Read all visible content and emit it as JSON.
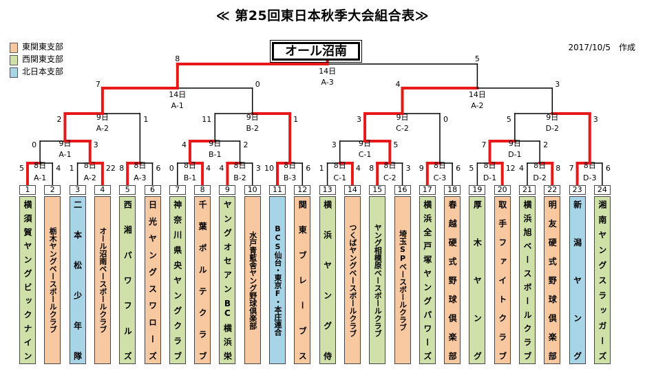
{
  "title": "≪ 第25回東日本秋季大会組合表≫",
  "date": "2017/10/5　作成",
  "champion": "オール沼南",
  "colors": {
    "east_kanto": "#F8C8A0",
    "west_kanto": "#CFE0A8",
    "north_japan": "#A8D4E8",
    "win": "#E81818",
    "line": "#000000"
  },
  "legend": [
    {
      "label": "東関東支部",
      "color": "#F8C8A0"
    },
    {
      "label": "西関東支部",
      "color": "#CFE0A8"
    },
    {
      "label": "北日本支部",
      "color": "#A8D4E8"
    }
  ],
  "teams": [
    {
      "no": "1",
      "name": "横須賀ヤングビックナイン",
      "branch": "west_kanto"
    },
    {
      "no": "2",
      "name": "栃木ヤングベースボールクラブ",
      "branch": "east_kanto"
    },
    {
      "no": "3",
      "name": "二本松少年隊",
      "branch": "north_japan"
    },
    {
      "no": "4",
      "name": "オール沼南ベースボールクラブ",
      "branch": "east_kanto"
    },
    {
      "no": "5",
      "name": "西湘パワフルズ",
      "branch": "west_kanto"
    },
    {
      "no": "6",
      "name": "日光ヤングスワローズ",
      "branch": "east_kanto"
    },
    {
      "no": "7",
      "name": "神奈川県央ヤングクラブ",
      "branch": "west_kanto"
    },
    {
      "no": "8",
      "name": "千葉ポルテクラブ",
      "branch": "east_kanto"
    },
    {
      "no": "9",
      "name": "ヤングオセアンBC横浜栄",
      "branch": "west_kanto"
    },
    {
      "no": "10",
      "name": "水戸青藍舎ヤング野球倶楽部",
      "branch": "east_kanto"
    },
    {
      "no": "11",
      "name": "BCS仙台・東京F・本庄連合",
      "branch": "north_japan"
    },
    {
      "no": "12",
      "name": "関東ブレーブス",
      "branch": "east_kanto"
    },
    {
      "no": "13",
      "name": "横浜ヤング侍",
      "branch": "west_kanto"
    },
    {
      "no": "14",
      "name": "つくばヤングベースボールクラブ",
      "branch": "east_kanto"
    },
    {
      "no": "15",
      "name": "ヤング相模原ベースボールクラブ",
      "branch": "west_kanto"
    },
    {
      "no": "16",
      "name": "埼玉SPベースボールクラブ",
      "branch": "east_kanto"
    },
    {
      "no": "17",
      "name": "横浜全戸塚ヤングパワーズ",
      "branch": "west_kanto"
    },
    {
      "no": "18",
      "name": "春越硬式野球倶楽部",
      "branch": "east_kanto"
    },
    {
      "no": "19",
      "name": "厚木ヤング",
      "branch": "west_kanto"
    },
    {
      "no": "20",
      "name": "取手ファイトクラブ",
      "branch": "east_kanto"
    },
    {
      "no": "21",
      "name": "横浜旭ベースボールクラブ",
      "branch": "west_kanto"
    },
    {
      "no": "22",
      "name": "明友硬式野球倶楽部",
      "branch": "east_kanto"
    },
    {
      "no": "23",
      "name": "新潟ヤング",
      "branch": "north_japan"
    },
    {
      "no": "24",
      "name": "湘南ヤングスラッガーズ",
      "branch": "west_kanto"
    }
  ],
  "matches": [
    {
      "id": "A-1",
      "day": "8日",
      "left": "5",
      "right": "4",
      "winner": "left"
    },
    {
      "id": "A-2",
      "day": "8日",
      "left": "1",
      "right": "22",
      "winner": "right"
    },
    {
      "id": "A-3",
      "day": "8日",
      "left": "8",
      "right": "6",
      "winner": "left"
    },
    {
      "id": "B-1",
      "day": "8日",
      "left": "0",
      "right": "4",
      "winner": "right"
    },
    {
      "id": "B-2",
      "day": "8日",
      "left": "4",
      "right": "3",
      "winner": "left"
    },
    {
      "id": "B-3",
      "day": "8日",
      "left": "10",
      "right": "6",
      "winner": "left"
    },
    {
      "id": "C-1",
      "day": "8日",
      "left": "1",
      "right": "4",
      "winner": "right"
    },
    {
      "id": "C-2",
      "day": "8日",
      "left": "8",
      "right": "3",
      "winner": "left"
    },
    {
      "id": "C-3",
      "day": "8日",
      "left": "9",
      "right": "6",
      "winner": "left"
    },
    {
      "id": "D-1",
      "day": "8日",
      "left": "5",
      "right": "12",
      "winner": "right"
    },
    {
      "id": "D-2",
      "day": "8日",
      "left": "4",
      "right": "8",
      "winner": "right"
    },
    {
      "id": "D-3",
      "day": "8日",
      "left": "7",
      "right": "6",
      "winner": "left"
    },
    {
      "id": "A-1",
      "day": "9日",
      "left": "0",
      "right": "3",
      "winner": "right"
    },
    {
      "id": "B-1",
      "day": "9日",
      "left": "4",
      "right": "2",
      "winner": "left"
    },
    {
      "id": "C-1",
      "day": "9日",
      "left": "3",
      "right": "5",
      "winner": "right"
    },
    {
      "id": "D-1",
      "day": "9日",
      "left": "7",
      "right": "2",
      "winner": "left"
    },
    {
      "id": "A-2",
      "day": "9日",
      "left": "2",
      "right": "1",
      "winner": "left"
    },
    {
      "id": "B-2",
      "day": "9日",
      "left": "11",
      "right": "1",
      "winner": "right"
    },
    {
      "id": "C-2",
      "day": "9日",
      "left": "3",
      "right": "0",
      "winner": "left"
    },
    {
      "id": "D-2",
      "day": "9日",
      "left": "5",
      "right": "3",
      "winner": "right"
    },
    {
      "id": "A-1",
      "day": "14日",
      "left": "7",
      "right": "0",
      "winner": "left"
    },
    {
      "id": "A-2",
      "day": "14日",
      "left": "4",
      "right": "3",
      "winner": "left"
    },
    {
      "id": "A-3",
      "day": "14日",
      "left": "8",
      "right": "5",
      "winner": "left"
    }
  ]
}
